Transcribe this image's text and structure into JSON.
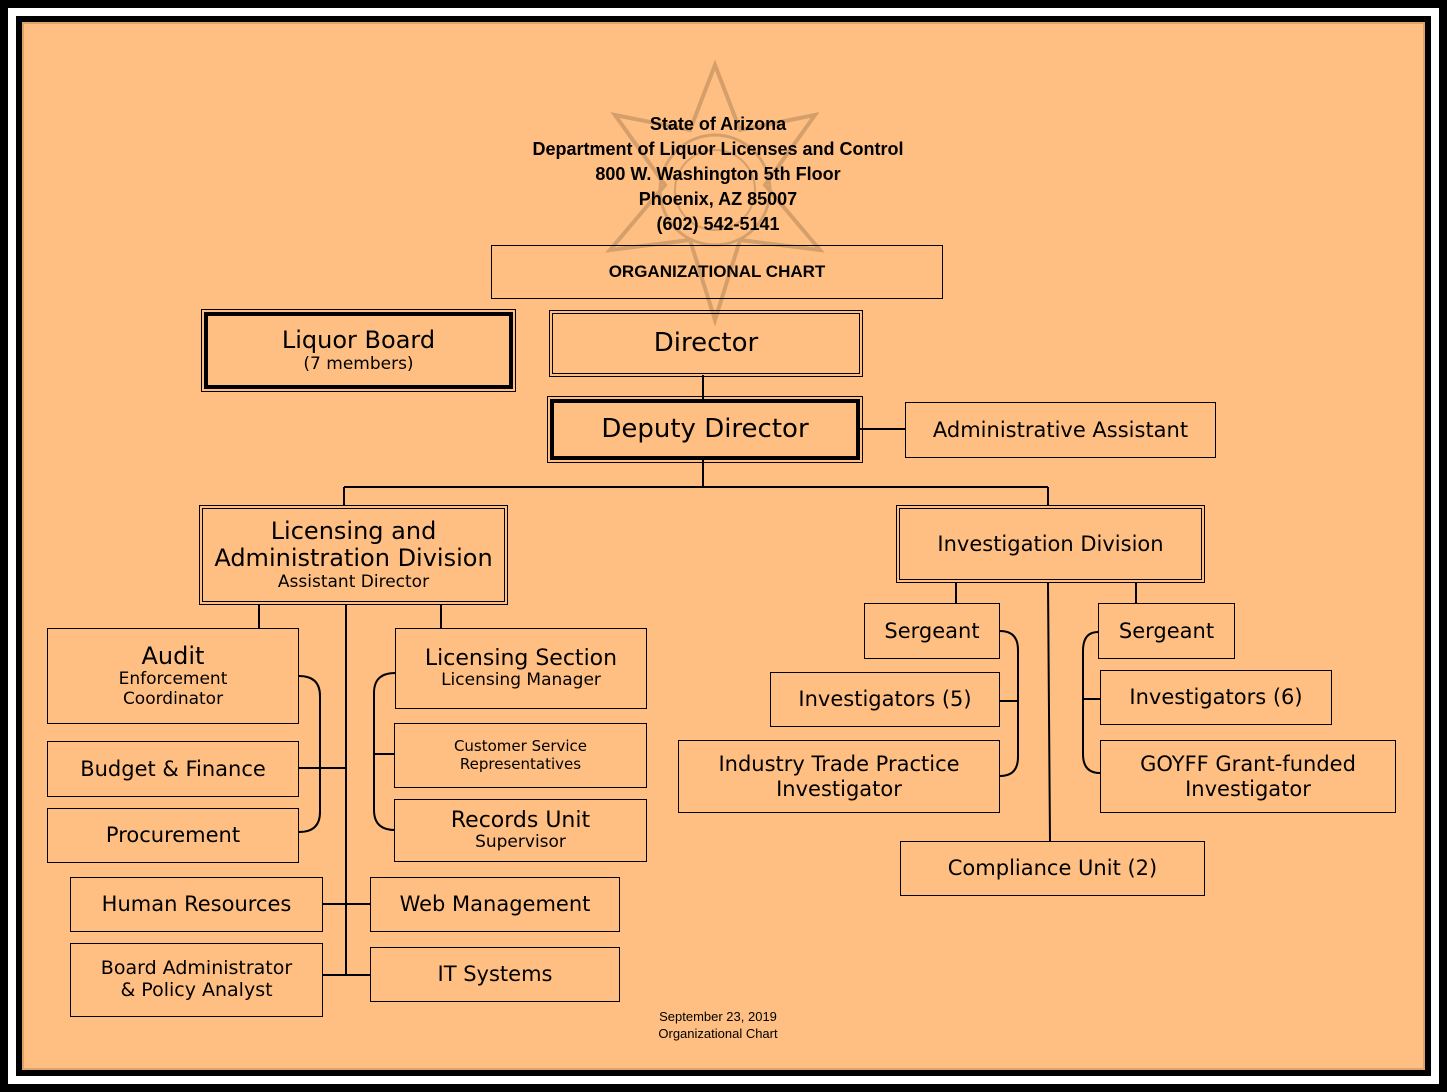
{
  "header": {
    "line1": "State of Arizona",
    "line2": "Department of Liquor Licenses and Control",
    "line3": "800 W. Washington 5th Floor",
    "line4": "Phoenix, AZ 85007",
    "line5": "(602) 542-5141"
  },
  "chart_title": "ORGANIZATIONAL CHART",
  "liquor_board": {
    "title": "Liquor Board",
    "sub": "(7 members)"
  },
  "director": "Director",
  "deputy_director": "Deputy Director",
  "admin_assistant": "Administrative Assistant",
  "licensing_division": {
    "line1": "Licensing and",
    "line2": "Administration Division",
    "sub": "Assistant Director"
  },
  "investigation_division": "Investigation Division",
  "audit": {
    "title": "Audit",
    "sub1": "Enforcement",
    "sub2": "Coordinator"
  },
  "budget_finance": "Budget & Finance",
  "procurement": "Procurement",
  "human_resources": "Human Resources",
  "board_admin": {
    "line1": "Board Administrator",
    "line2": "& Policy Analyst"
  },
  "licensing_section": {
    "title": "Licensing Section",
    "sub": "Licensing Manager"
  },
  "customer_service": {
    "line1": "Customer Service",
    "line2": "Representatives"
  },
  "records_unit": {
    "title": "Records Unit",
    "sub": "Supervisor"
  },
  "web_management": "Web Management",
  "it_systems": "IT Systems",
  "sergeant_left": "Sergeant",
  "investigators_left": "Investigators (5)",
  "industry_trade": {
    "line1": "Industry Trade Practice",
    "line2": "Investigator"
  },
  "sergeant_right": "Sergeant",
  "investigators_right": "Investigators (6)",
  "goyff": {
    "line1": "GOYFF Grant-funded",
    "line2": "Investigator"
  },
  "compliance_unit": "Compliance Unit (2)",
  "footer": {
    "line1": "September 23, 2019",
    "line2": "Organizational Chart"
  }
}
